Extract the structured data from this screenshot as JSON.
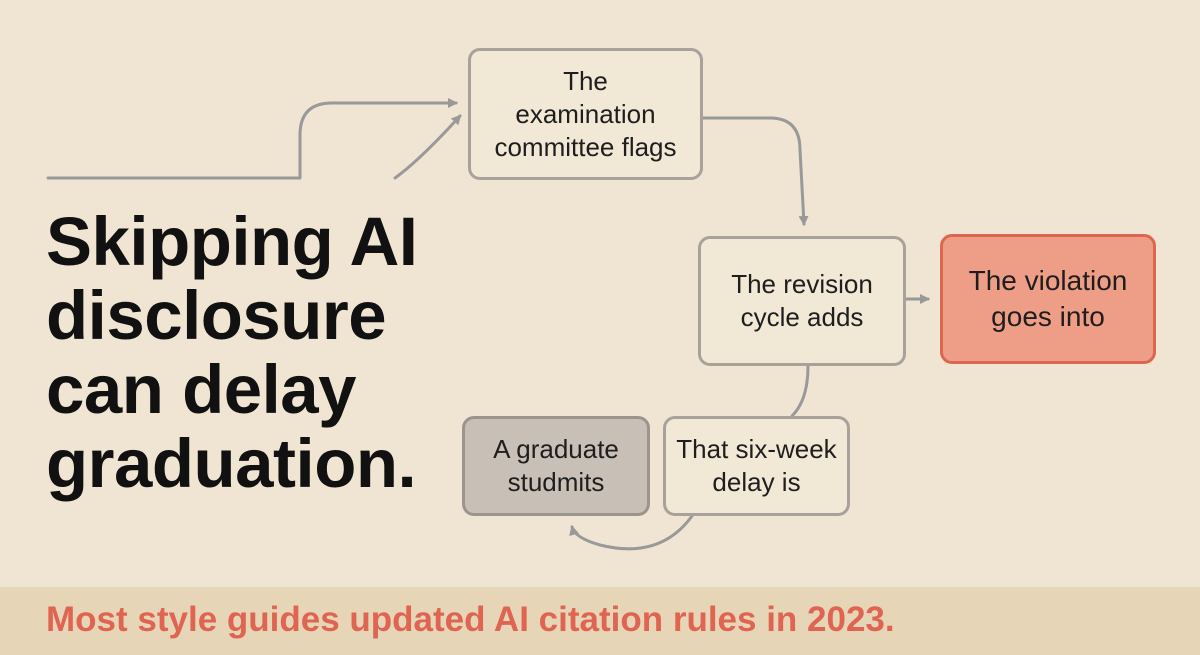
{
  "headline": "Skipping AI\ndisclosure\ncan delay\ngraduation.",
  "boxes": {
    "committee_flags": "The\nexamination\ncommittee flags",
    "revision_cycle": "The revision\ncycle adds",
    "violation": "The violation\ngoes into",
    "six_week_delay": "That six-week\ndelay is",
    "graduate_submits": "A graduate\nstudmits"
  },
  "footer_note": "Most style guides updated AI citation rules in 2023.",
  "colors": {
    "background": "#efe5d2",
    "box_border": "#a8a29a",
    "highlight_fill": "#ee9d86",
    "highlight_border": "#dd6650",
    "muted_box_fill": "#c8c0b6",
    "arrow": "#999999",
    "footer_text": "#e06452",
    "footer_band": "#e6d6b7"
  }
}
